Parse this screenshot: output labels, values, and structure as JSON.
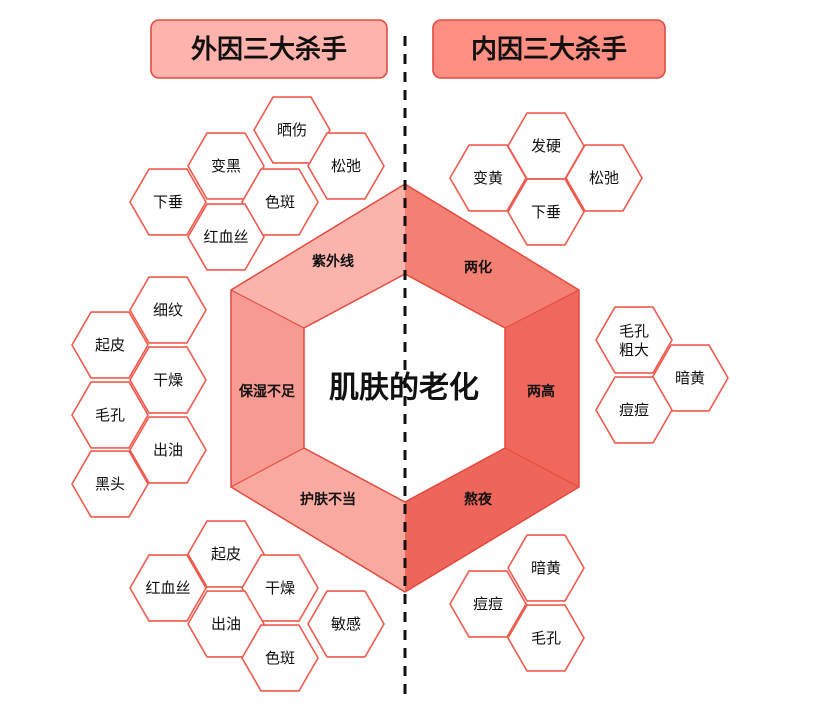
{
  "titles": {
    "left": "外因三大杀手",
    "right": "内因三大杀手"
  },
  "center": {
    "text": "肌肤的老化",
    "segments": {
      "left_top": "紫外线",
      "left_mid": "保湿不足",
      "left_bottom": "护肤不当",
      "right_top": "两化",
      "right_mid": "两高",
      "right_bottom": "熬夜"
    }
  },
  "clusters": {
    "uv": [
      "晒伤",
      "变黑",
      "松弛",
      "色斑",
      "下垂",
      "红血丝"
    ],
    "moisture": [
      "细纹",
      "起皮",
      "干燥",
      "毛孔",
      "出油",
      "黑头"
    ],
    "care": [
      "起皮",
      "红血丝",
      "干燥",
      "出油",
      "敏感",
      "色斑"
    ],
    "two_hua": [
      "发硬",
      "变黄",
      "松弛",
      "下垂"
    ],
    "two_gao": [
      "毛孔\n粗大",
      "暗黄",
      "痘痘"
    ],
    "late": [
      "暗黄",
      "痘痘",
      "毛孔"
    ]
  },
  "colors": {
    "ring_left": "#f79a91",
    "ring_left_top": "#fbb4ac",
    "ring_left_bottom": "#f8a9a0",
    "ring_right": "#f0685b",
    "ring_right_top": "#f47f73",
    "ring_right_bottom": "#ee6659",
    "hex_stroke": "#ef5b4f",
    "title_fill": "#ffb3ac",
    "title_fill_right": "#ff8e83"
  }
}
